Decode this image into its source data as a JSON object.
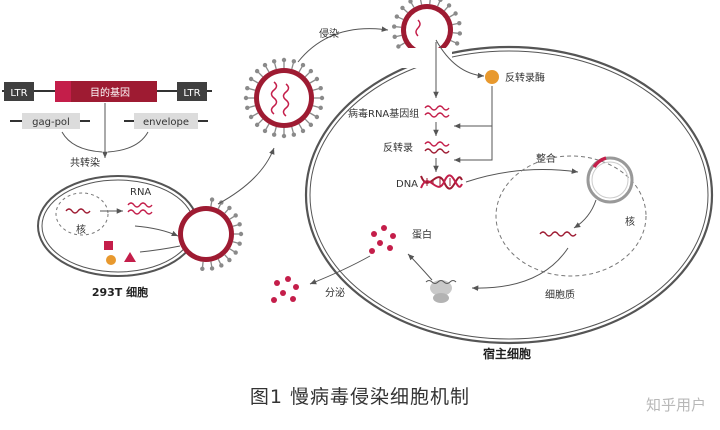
{
  "colors": {
    "accent": "#c41e4a",
    "dark_red": "#9e1b32",
    "membrane": "#555555",
    "spike": "#8a8a8a",
    "enzyme": "#e8992e",
    "nucleus_outline": "#777777"
  },
  "construct": {
    "ltr_left": "LTR",
    "target_gene": "目的基因",
    "ltr_right": "LTR",
    "gag_pol": "gag-pol",
    "envelope": "envelope",
    "cotransfection": "共转染"
  },
  "producer_cell": {
    "nucleus": "核",
    "rna": "RNA",
    "name": "293T 细胞"
  },
  "infection": "侵染",
  "host_cell": {
    "reverse_transcriptase": "反转录酶",
    "viral_rna_genome": "病毒RNA基因组",
    "reverse_transcription": "反转录",
    "dna": "DNA",
    "integration": "整合",
    "nucleus": "核",
    "protein": "蛋白",
    "secretion": "分泌",
    "cytoplasm": "细胞质",
    "name": "宿主细胞"
  },
  "caption": "图1  慢病毒侵染细胞机制",
  "watermark": "知乎用户"
}
